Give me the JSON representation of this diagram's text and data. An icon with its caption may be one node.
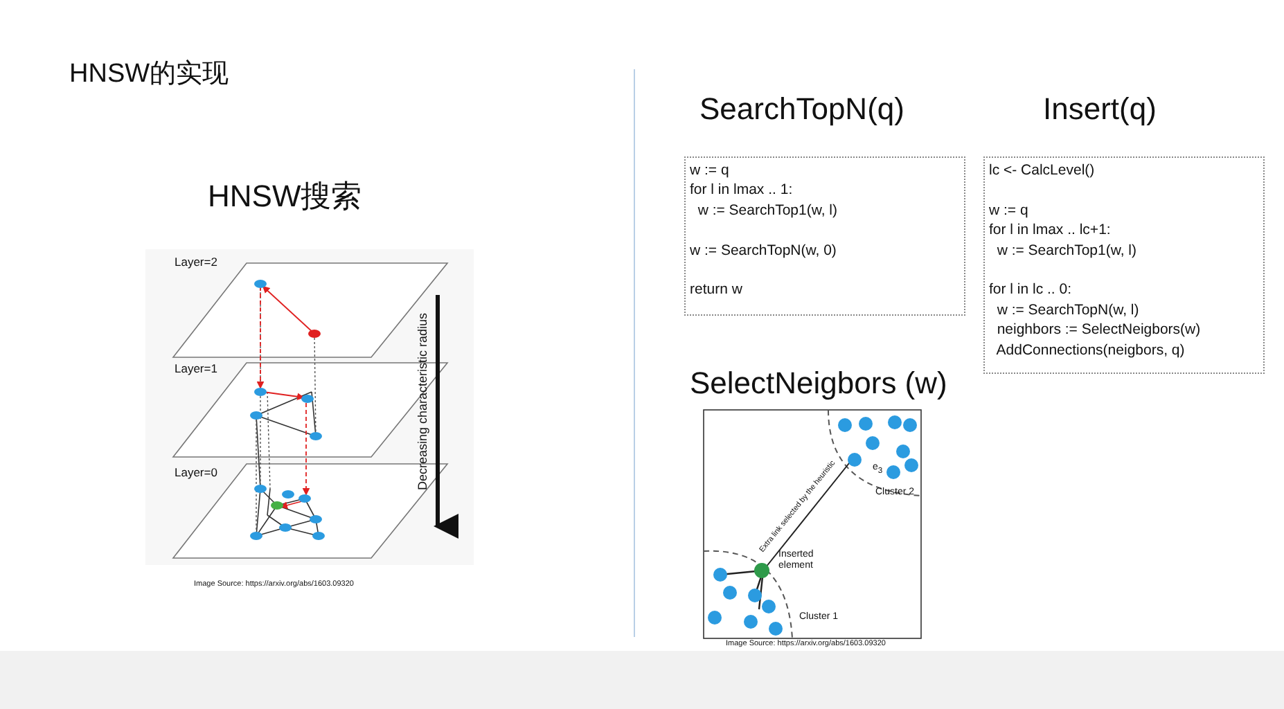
{
  "diagram": {
    "title": "HNSW的实现",
    "nodes": [
      {
        "text": [
          "SearchTopN(q)",
          "w := q",
          "for l in lmax .. 1:",
          "  w := SearchTop1(w, l)",
          "w := SearchTopN(w, 0)",
          "return w"
        ]
      },
      {
        "text": [
          "Insert(q)",
          "lc <- CalcLevel()",
          "w := q",
          "for l in lmax .. lc+1:",
          "  w := SearchTop1(w, l)",
          "for l in lc .. 0:",
          "  w := SearchTopN(w, l)",
          "  neighbors := SelectNeigbors(w)",
          "  AddConnections(neigbors, q)"
        ]
      }
    ],
    "edges": [],
    "labels": [
      "HNSW搜索",
      "Layer=2",
      "Decreasing characteristic radius",
      "Layer=1",
      "Layer=0",
      "Image Source: https://arxiv.org/abs/1603.09320",
      "SelectNeigbors (w)",
      "e$_{3}$",
      "Cluster 2",
      "Extra link selected by the heuristic",
      "Inserted element",
      "Cluster 1",
      "Image Source: https://arxiv.org/abs/1603.09320"
    ]
  }
}
